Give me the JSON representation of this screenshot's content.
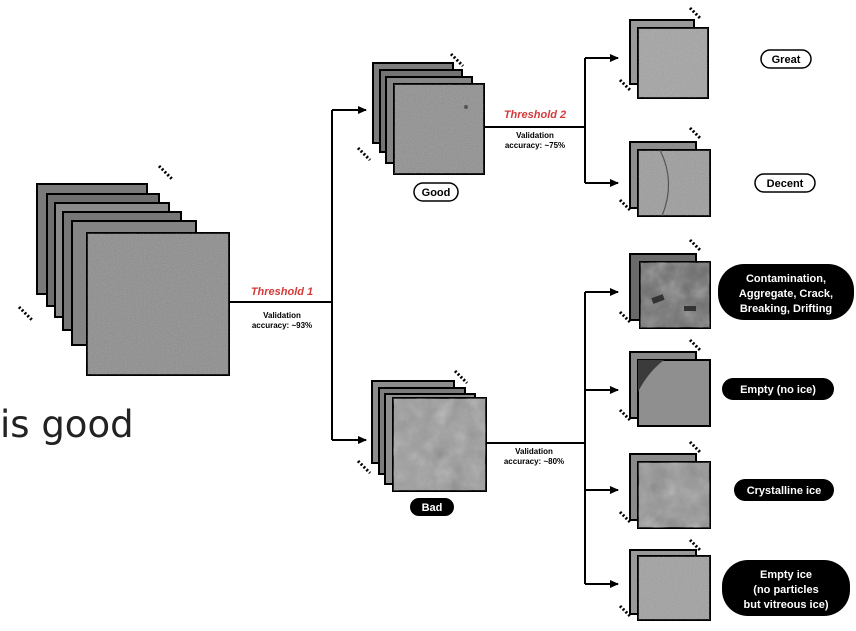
{
  "diagram": {
    "threshold1": {
      "label": "Threshold 1",
      "accuracy_line1": "Validation",
      "accuracy_line2": "accuracy: ~93%"
    },
    "threshold2": {
      "label": "Threshold 2",
      "accuracy_line1": "Validation",
      "accuracy_line2": "accuracy: ~75%"
    },
    "bad_split": {
      "accuracy_line1": "Validation",
      "accuracy_line2": "accuracy: ~80%"
    },
    "good_label": "Good",
    "bad_label": "Bad",
    "outcomes": {
      "great": "Great",
      "decent": "Decent",
      "contamination": [
        "Contamination,",
        "Aggregate, Crack,",
        "Breaking, Drifting"
      ],
      "empty_no_ice": "Empty (no ice)",
      "crystalline_ice": "Crystalline ice",
      "empty_ice": [
        "Empty ice",
        "(no particles",
        "but vitreous ice)"
      ]
    },
    "background_text": "is good",
    "colors": {
      "threshold_red": "#d43a3a",
      "pill_dark": "#000000",
      "frame_gray": "#8a8a8a"
    }
  }
}
